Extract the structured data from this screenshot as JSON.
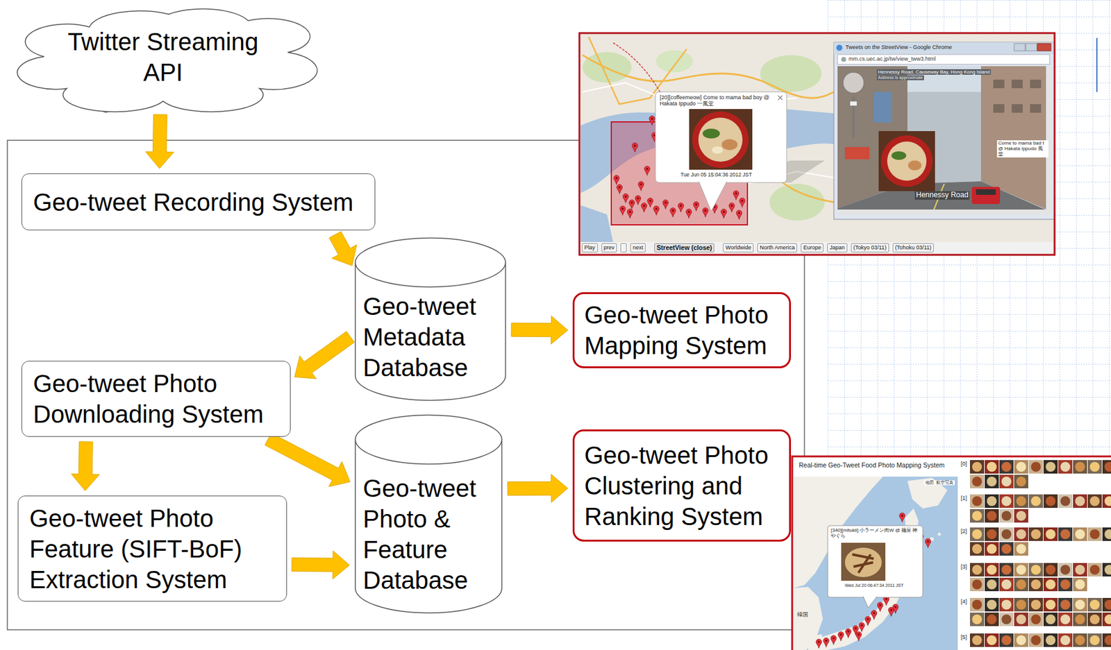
{
  "diagram": {
    "nodes": [
      {
        "text": [
          "Twitter Streaming API"
        ]
      },
      {
        "text": [
          "Geo-tweet Recording System"
        ]
      },
      {
        "text": [
          "Geo-tweet Metadata Database"
        ]
      },
      {
        "text": [
          "Geo-tweet Photo Mapping System"
        ]
      },
      {
        "text": [
          "Geo-tweet Photo Downloading System"
        ]
      },
      {
        "text": [
          "Geo-tweet Photo Feature (SIFT-BoF) Extraction System"
        ]
      },
      {
        "text": [
          "Geo-tweet Photo & Feature Database"
        ]
      },
      {
        "text": [
          "Geo-tweet Photo Clustering and Ranking System"
        ]
      }
    ],
    "edges": [
      {
        "from": 0,
        "to": 1,
        "arrow": "to"
      },
      {
        "from": 1,
        "to": 2,
        "arrow": "to"
      },
      {
        "from": 2,
        "to": 4,
        "arrow": "to"
      },
      {
        "from": 2,
        "to": 3,
        "arrow": "to"
      },
      {
        "from": 4,
        "to": 5,
        "arrow": "to"
      },
      {
        "from": 4,
        "to": 6,
        "arrow": "to"
      },
      {
        "from": 5,
        "to": 6,
        "arrow": "to"
      },
      {
        "from": 6,
        "to": 7,
        "arrow": "to"
      }
    ],
    "labels": [
      "Tweets on the StreetView - Google Chrome",
      "mm.cs.uec.ac.jp/tw/view_tww3.html",
      "Hennessy Road, Causeway Bay, Hong Kong Island",
      "Address is approximate",
      "Hennessy Road",
      "Come to mama bad t @ Hakata Ippudo 風堂",
      "[20][coffeemeow] Come to mama bad boy @ Hakata Ippudo 一風堂",
      "Tue Jun 05 15:04:36 2012 JST",
      "Play",
      "prev",
      "next",
      "StreetView (close)",
      "Worldwide",
      "North America",
      "Europe",
      "Japan",
      "(Tokyo 03/11)",
      "(Tohoku 03/11)",
      "Real-time Geo-Tweet Food Photo Mapping System",
      "地図",
      "航空写真",
      "[340][mitukii] 小ラーメン肉W @ 麺屋 神やぐら",
      "Wed Jul 20 06:47:34 2011 JST",
      "韓国",
      "[0]",
      "[1]",
      "[2]",
      "[3]",
      "[4]",
      "[5]"
    ]
  }
}
